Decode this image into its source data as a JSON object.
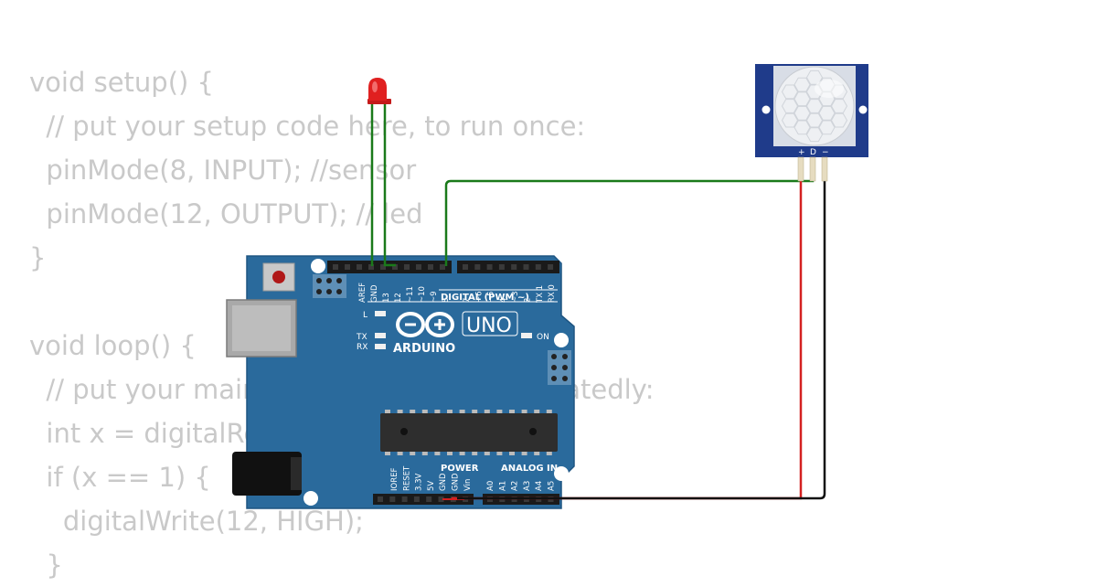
{
  "code_lines": [
    "void setup() {",
    "  // put your setup code here, to run once:",
    "  pinMode(8, INPUT); //sensor",
    "  pinMode(12, OUTPUT); // led",
    "}",
    "",
    "void loop() {",
    "  // put your main code here, to run repeatedly:",
    "  int x = digitalRead(8);",
    "  if (x == 1) {",
    "    digitalWrite(12, HIGH);",
    "  }"
  ],
  "board": {
    "brand": "ARDUINO",
    "model": "UNO",
    "digital_label": "DIGITAL (PWM ~)",
    "power_label": "POWER",
    "analog_label": "ANALOG IN",
    "led_l": "L",
    "led_tx": "TX",
    "led_rx": "RX",
    "led_on": "ON",
    "digital_pins": [
      "AREF",
      "GND",
      "13",
      "12",
      "~11",
      "~10",
      "~9",
      "8",
      "7",
      "~6",
      "~5",
      "4",
      "~3",
      "2",
      "TX 1",
      "RX 0"
    ],
    "power_pins": [
      "IOREF",
      "RESET",
      "3.3V",
      "5V",
      "GND",
      "GND",
      "Vin"
    ],
    "analog_pins": [
      "A0",
      "A1",
      "A2",
      "A3",
      "A4",
      "A5"
    ]
  },
  "pir_sensor": {
    "pin_labels": [
      "+",
      "D",
      "−"
    ]
  },
  "colors": {
    "board_blue": "#2a6a9c",
    "wire_signal": "#1a7a1a",
    "wire_power": "#d42020",
    "wire_ground": "#111111",
    "led_red": "#e02020",
    "pir_blue": "#1f3b8a",
    "code_text": "#c9c9c9"
  }
}
